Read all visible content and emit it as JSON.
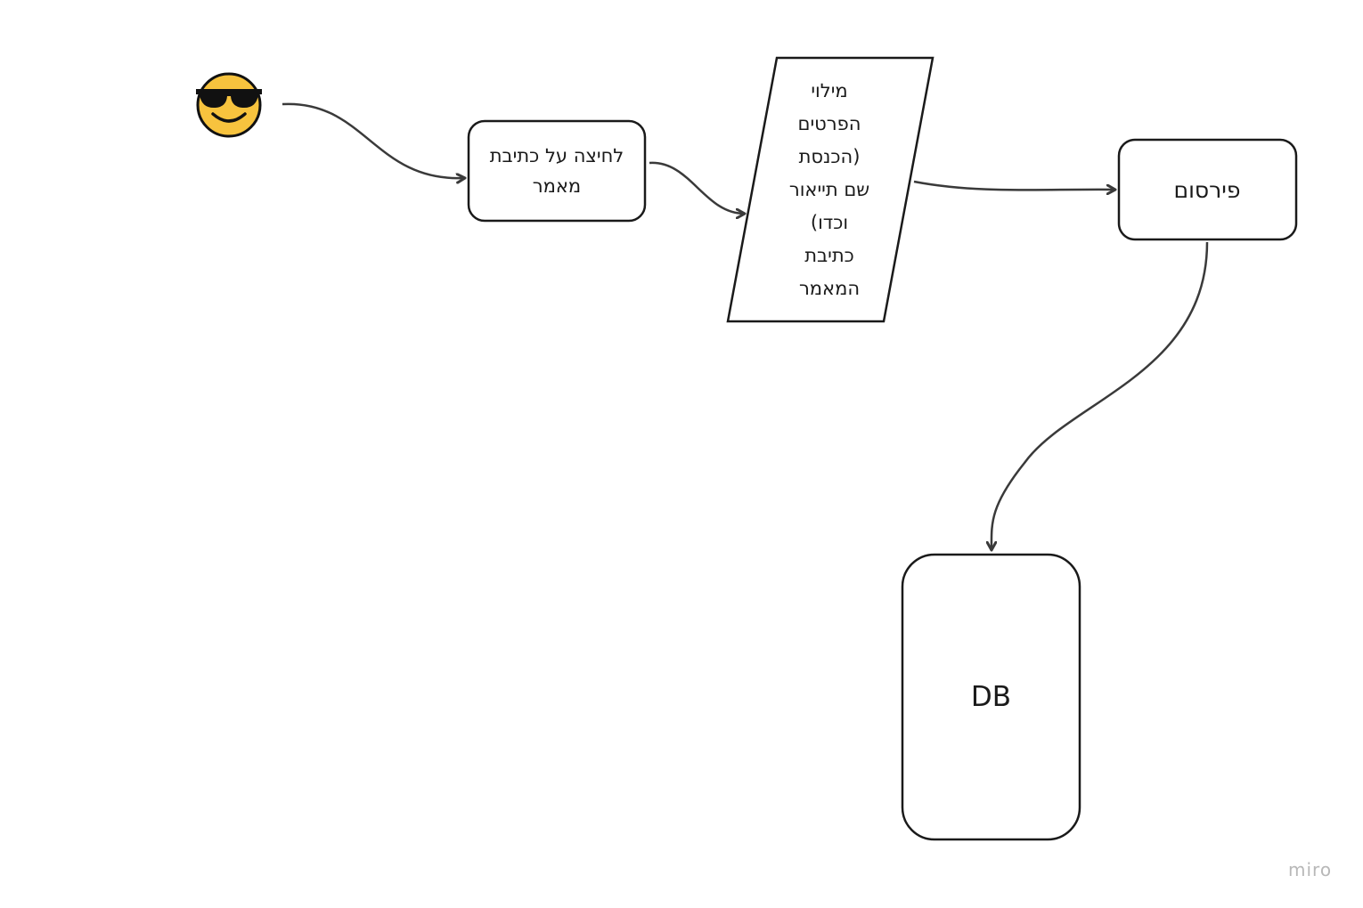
{
  "diagram": {
    "nodes": {
      "click_write": {
        "label": "לחיצה על כתיבת מאמר"
      },
      "fill_details": {
        "label": "מילוי\nהפרטים\n(הכנסת\nשם תייאור\nוכדו)\nכתיבת\nהמאמר"
      },
      "publish": {
        "label": "פירסום"
      },
      "db": {
        "label": "DB"
      }
    },
    "icons": {
      "user": "sunglasses-smiley-icon"
    }
  },
  "watermark": {
    "text": "miro"
  },
  "colors": {
    "stroke": "#1a1a1a",
    "arrow": "#3a3a3a",
    "face": "#F7C33E",
    "watermark": "#b8b8b8"
  }
}
